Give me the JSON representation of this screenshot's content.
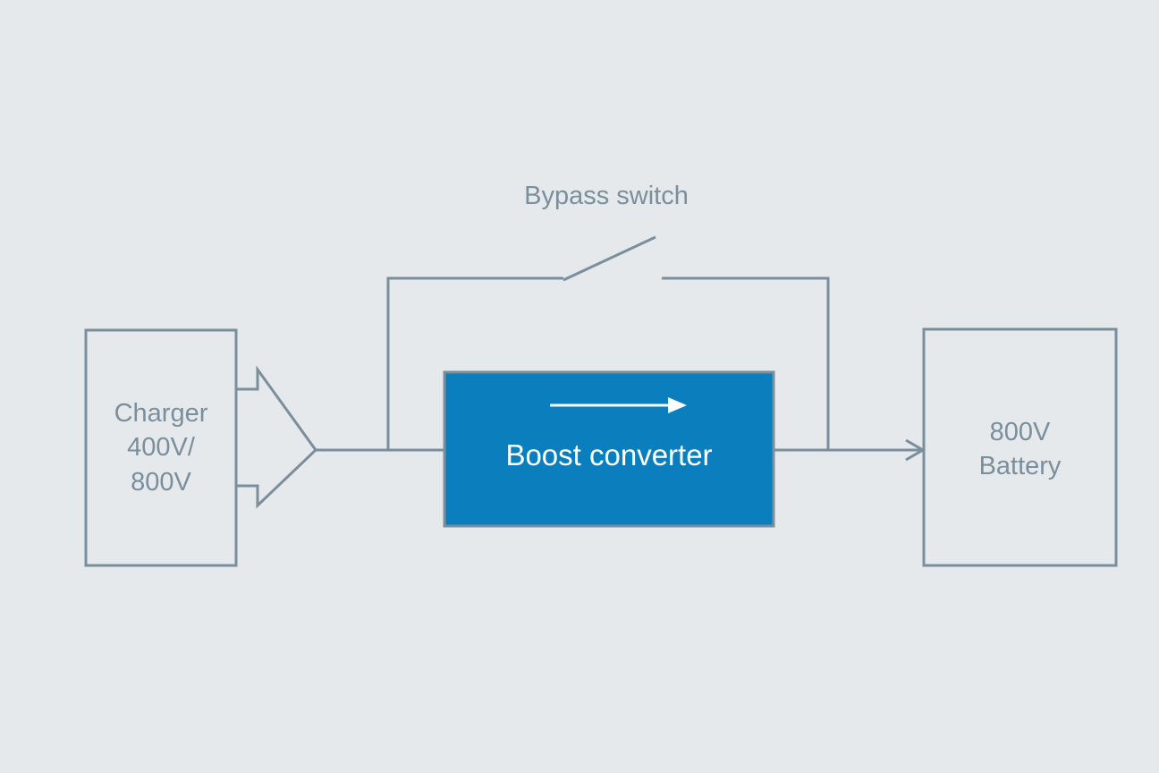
{
  "diagram": {
    "title_text": "Bypass switch",
    "background_color": "#e5e9ec",
    "line_color": "#7b8e9c",
    "accent_color": "#0b7fbe",
    "text_color": "#7b8e9c",
    "white_color": "#ffffff",
    "nodes": {
      "charger": {
        "label": "Charger\n400V/\n800V",
        "shape": "rectangle-with-arrow-connector",
        "fill": "none",
        "stroke": "#7b8e9c"
      },
      "boost_converter": {
        "label": "Boost converter",
        "shape": "rectangle",
        "fill": "#0b7fbe",
        "stroke": "#7b8e9c",
        "inner_icon": "right-arrow-icon"
      },
      "battery": {
        "label": "800V\nBattery",
        "shape": "rectangle",
        "fill": "none",
        "stroke": "#7b8e9c"
      }
    },
    "connectors": {
      "bypass_switch": {
        "label": "Bypass switch",
        "state": "open",
        "icon": "switch-open-icon"
      },
      "charger_to_converter": {
        "label": "",
        "icon": "wire-line-icon"
      },
      "converter_to_battery": {
        "label": "",
        "icon": "arrow-line-icon"
      }
    }
  }
}
